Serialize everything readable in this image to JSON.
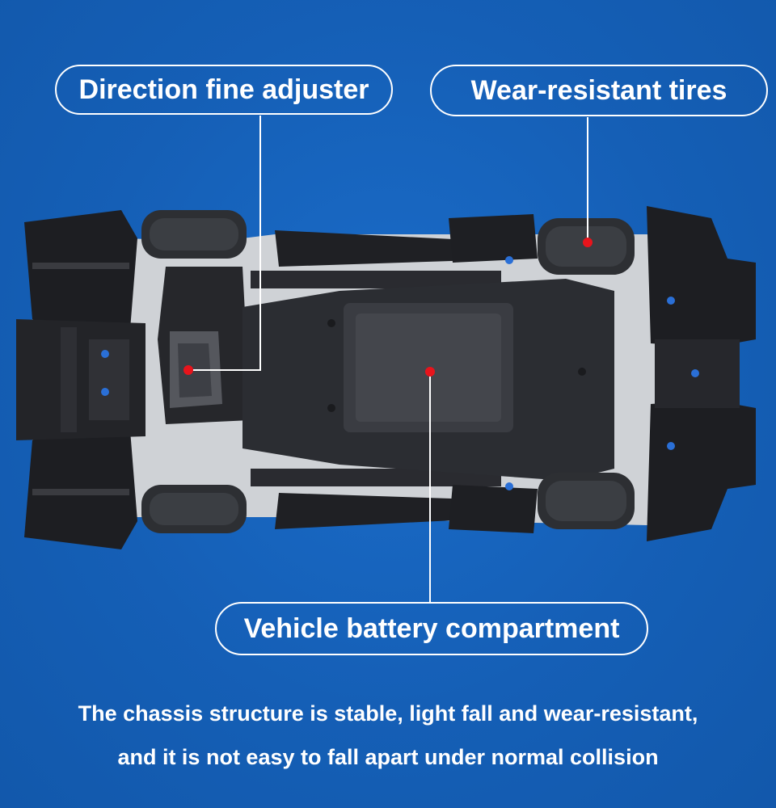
{
  "callouts": {
    "direction": "Direction fine adjuster",
    "tires": "Wear-resistant tires",
    "battery": "Vehicle battery compartment"
  },
  "caption": {
    "line1": "The chassis structure is stable, light fall and wear-resistant,",
    "line2": "and it is not easy to fall apart under normal collision"
  },
  "colors": {
    "background": "#155fb6",
    "marker": "#e8141c",
    "line": "#ffffff"
  }
}
